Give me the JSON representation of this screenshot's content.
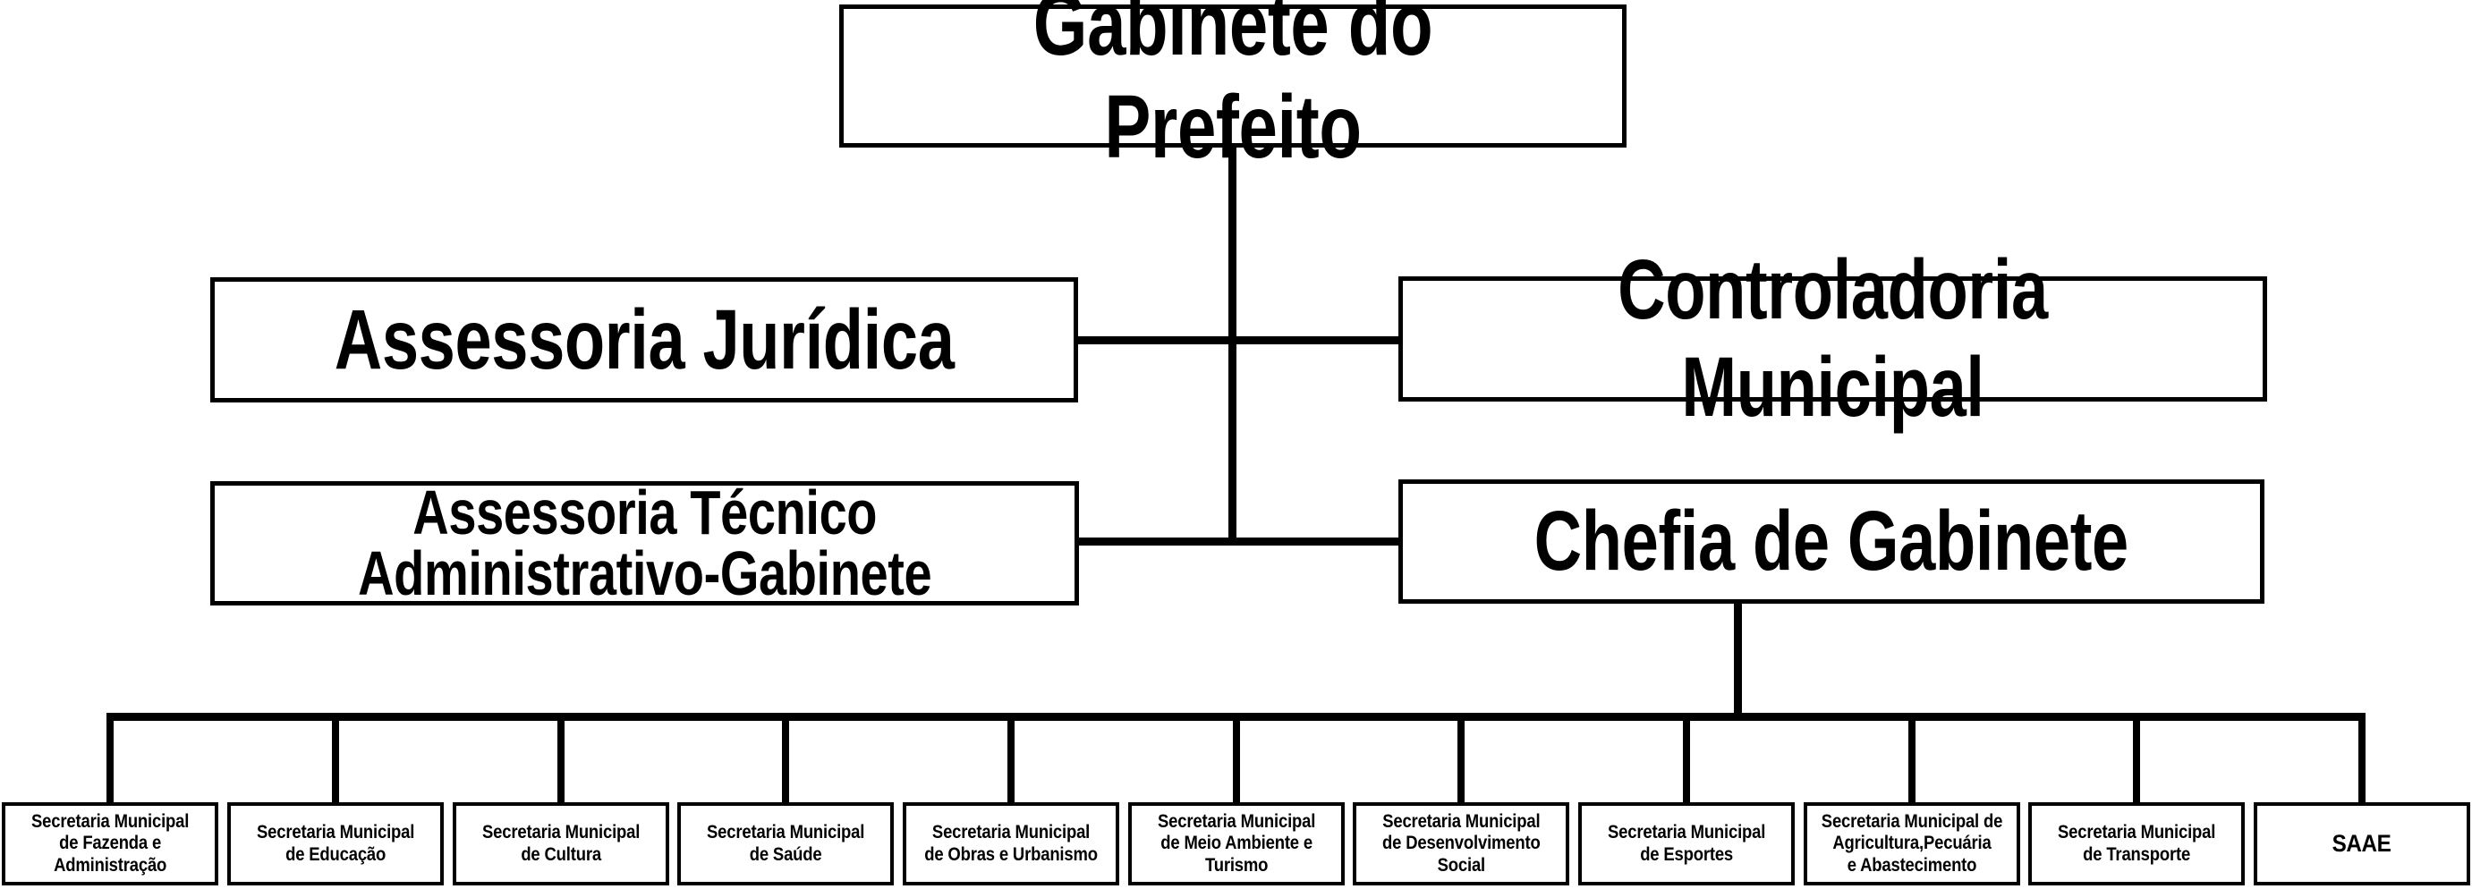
{
  "org": {
    "root": {
      "label": "Gabinete do Prefeito"
    },
    "staff": [
      {
        "label": "Assessoria Jurídica"
      },
      {
        "label": "Controladoria Municipal"
      },
      {
        "label": [
          "Assessoria Técnico",
          "Administrativo-Gabinete"
        ]
      },
      {
        "label": "Chefia de Gabinete"
      }
    ],
    "departments": [
      {
        "label": [
          "Secretaria Municipal",
          "de Fazenda e",
          "Administração"
        ]
      },
      {
        "label": [
          "Secretaria Municipal",
          "de Educação"
        ]
      },
      {
        "label": [
          "Secretaria Municipal",
          "de Cultura"
        ]
      },
      {
        "label": [
          "Secretaria Municipal",
          "de Saúde"
        ]
      },
      {
        "label": [
          "Secretaria Municipal",
          "de Obras e Urbanismo"
        ]
      },
      {
        "label": [
          "Secretaria Municipal",
          "de Meio Ambiente e",
          "Turismo"
        ]
      },
      {
        "label": [
          "Secretaria Municipal",
          "de Desenvolvimento",
          "Social"
        ]
      },
      {
        "label": [
          "Secretaria Municipal",
          "de Esportes"
        ]
      },
      {
        "label": [
          "Secretaria Municipal de",
          "Agricultura,Pecuária",
          "e Abastecimento"
        ]
      },
      {
        "label": [
          "Secretaria Municipal",
          "de Transporte"
        ]
      },
      {
        "label": "SAAE"
      }
    ]
  },
  "colors": {
    "line": "#000000",
    "background": "#ffffff",
    "text": "#000000"
  }
}
